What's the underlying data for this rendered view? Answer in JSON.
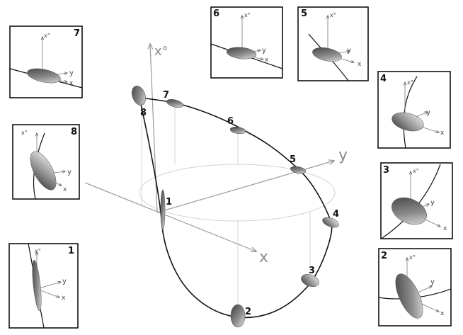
{
  "main_axes": {
    "x": "x",
    "y": "y",
    "z": "x°"
  },
  "inset_axes": {
    "x": "x",
    "y": "y",
    "z": "x°"
  },
  "points": [
    "1",
    "2",
    "3",
    "4",
    "5",
    "6",
    "7",
    "8"
  ],
  "insets": [
    {
      "id": "7",
      "label": "7"
    },
    {
      "id": "6",
      "label": "6"
    },
    {
      "id": "5",
      "label": "5"
    },
    {
      "id": "4",
      "label": "4"
    },
    {
      "id": "8",
      "label": "8"
    },
    {
      "id": "3",
      "label": "3"
    },
    {
      "id": "1",
      "label": "1"
    },
    {
      "id": "2",
      "label": "2"
    }
  ],
  "colors": {
    "curve": "#111111",
    "axis": "#9a9a9a",
    "guide": "#cfcfcf",
    "frame": "#111111",
    "disk_dark": "#555555",
    "disk_light": "#e8e8e8"
  }
}
